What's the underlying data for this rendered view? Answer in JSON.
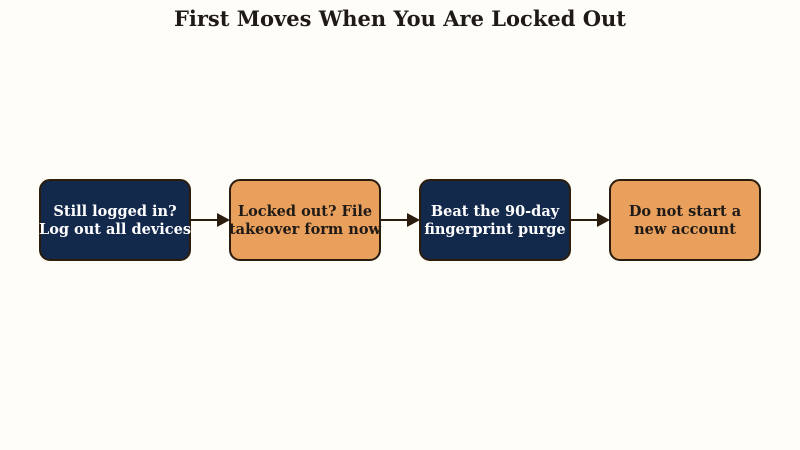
{
  "title": "First Moves When You Are Locked Out",
  "colors": {
    "navy": "#13294b",
    "orange": "#e8a05c",
    "border": "#2b1d0e",
    "text_light": "#ffffff",
    "text_dark": "#1f1a17",
    "background": "#fffdf8"
  },
  "nodes": [
    {
      "id": "step-1",
      "lines": [
        "Still logged in?",
        "Log out all devices"
      ],
      "style": "navy"
    },
    {
      "id": "step-2",
      "lines": [
        "Locked out? File",
        "takeover form now"
      ],
      "style": "orange"
    },
    {
      "id": "step-3",
      "lines": [
        "Beat the 90-day",
        "fingerprint purge"
      ],
      "style": "navy"
    },
    {
      "id": "step-4",
      "lines": [
        "Do not start a",
        "new account"
      ],
      "style": "orange"
    }
  ],
  "edges": [
    {
      "from": "step-1",
      "to": "step-2"
    },
    {
      "from": "step-2",
      "to": "step-3"
    },
    {
      "from": "step-3",
      "to": "step-4"
    }
  ]
}
